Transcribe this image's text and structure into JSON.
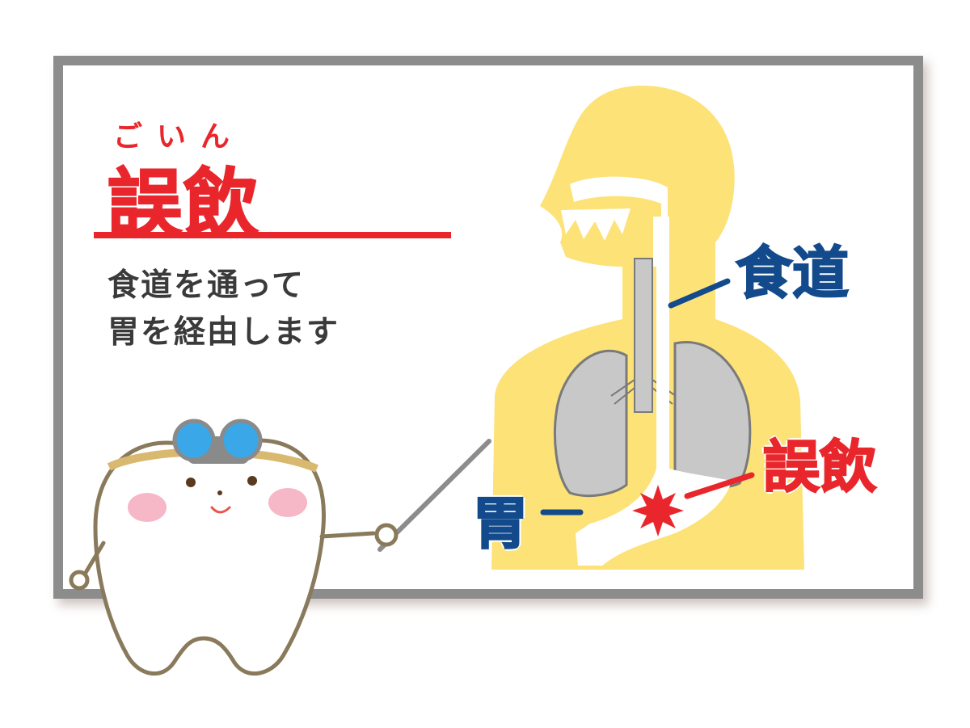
{
  "heading": {
    "ruby": "ごいん",
    "title": "誤飲"
  },
  "description": {
    "line1": "食道を通って",
    "line2": "胃を経由します"
  },
  "labels": {
    "esophagus": "食道",
    "stomach": "胃",
    "accidental_ingestion": "誤飲"
  },
  "colors": {
    "accent_red": "#e8262b",
    "label_blue": "#124a8c",
    "body_yellow": "#fce277",
    "organ_gray": "#c8c8c8",
    "board_frame": "#8c8c8c"
  },
  "icons": {
    "mascot": "tooth-character-icon",
    "pointer": "pointer-stick-icon",
    "burst": "impact-burst-icon"
  }
}
